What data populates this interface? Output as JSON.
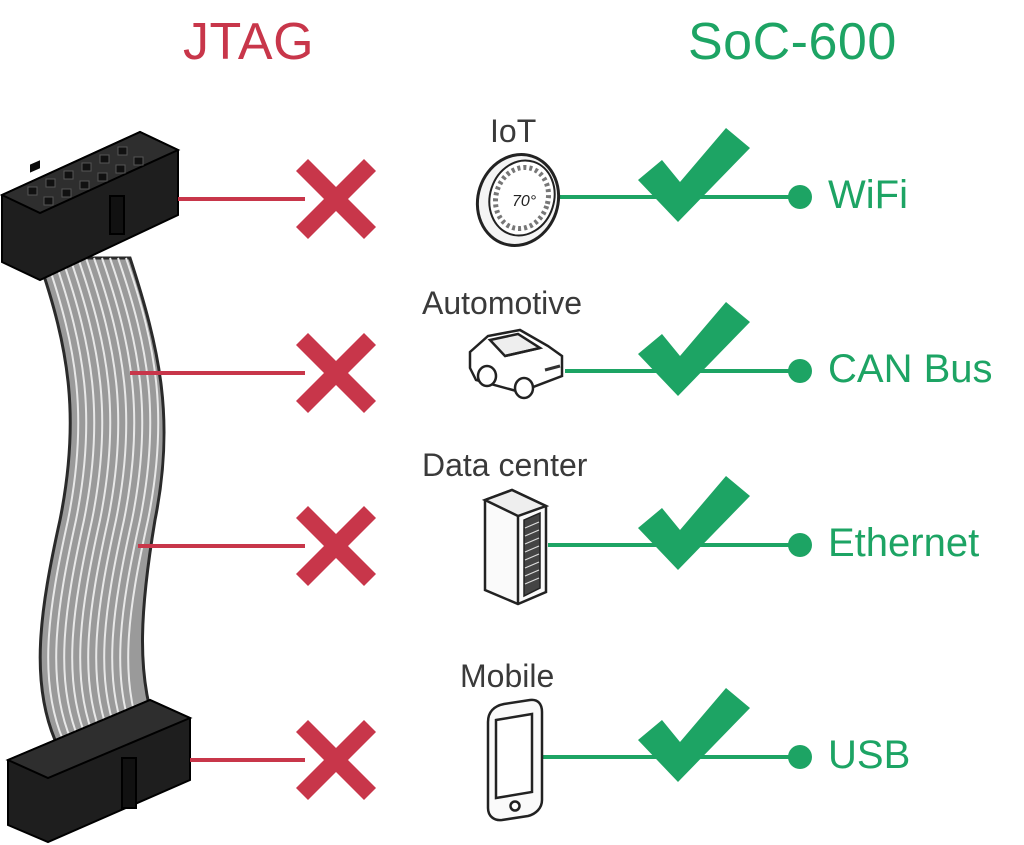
{
  "headers": {
    "left": "JTAG",
    "right": "SoC-600"
  },
  "colors": {
    "red": "#c8364a",
    "green": "#1da464",
    "dark": "#222222"
  },
  "rows": [
    {
      "device": "IoT",
      "device_icon": "thermostat-icon",
      "interface": "WiFi",
      "jtag_status": "not-supported",
      "soc_status": "supported"
    },
    {
      "device": "Automotive",
      "device_icon": "car-icon",
      "interface": "CAN Bus",
      "jtag_status": "not-supported",
      "soc_status": "supported"
    },
    {
      "device": "Data center",
      "device_icon": "server-rack-icon",
      "interface": "Ethernet",
      "jtag_status": "not-supported",
      "soc_status": "supported"
    },
    {
      "device": "Mobile",
      "device_icon": "smartphone-icon",
      "interface": "USB",
      "jtag_status": "not-supported",
      "soc_status": "supported"
    }
  ]
}
